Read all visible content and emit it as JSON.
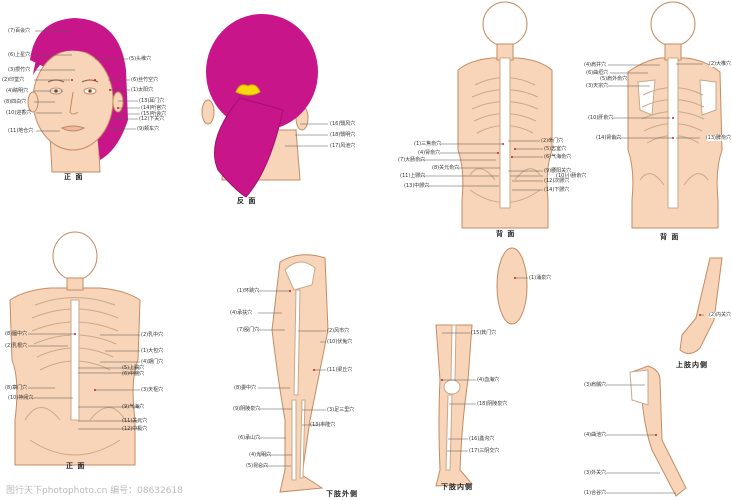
{
  "colors": {
    "skin": "#f8d5b8",
    "outline": "#c58b63",
    "hair": "#c8168a",
    "bone": "#ffffff",
    "point": "#cc1f1f",
    "scrunchie": "#f5d90a"
  },
  "face": {
    "title": "正 面",
    "left": [
      "(7)百会穴",
      "(6)上星穴",
      "(3)攒竹穴",
      "(2)印堂穴",
      "(4)睛明穴",
      "(8)四白穴",
      "(10)迎香穴",
      "(11)地仓穴"
    ],
    "right": [
      "(5)头维穴",
      "(6)丝竹空穴",
      "(1)太阳穴",
      "(13)耳门穴",
      "(14)听宫穴",
      "(15)听会穴",
      "(12)下关穴",
      "(9)颊车穴"
    ]
  },
  "head_back": {
    "title": "反 面",
    "right": [
      "(16)翳风穴",
      "(18)翳明穴",
      "(17)风池穴"
    ]
  },
  "back_lower": {
    "title": "背 面",
    "left": [
      "(1)三焦俞穴",
      "(4)肾俞穴",
      "(7)大肠俞穴",
      "(8)关元俞穴",
      "(11)上髎穴",
      "(13)中髎穴"
    ],
    "right": [
      "(2)命门穴",
      "(5)志室穴",
      "(6)气海俞穴",
      "(9)腰阳关穴",
      "(10)小肠俞穴",
      "(12)次髎穴",
      "(14)下髎穴"
    ]
  },
  "back_upper": {
    "title": "背 面",
    "left": [
      "(4)肩井穴",
      "(6)曲垣穴",
      "(5)肩外俞穴",
      "(3)天宗穴",
      "(10)肝俞穴",
      "(14)肾俞穴"
    ],
    "right": [
      "(2)大椎穴",
      "(13)脾俞穴"
    ]
  },
  "front_torso": {
    "title": "正 面",
    "left": [
      "(8)膻中穴",
      "(2)乳根穴",
      "(8)章门穴",
      "(10)神阙穴"
    ],
    "right": [
      "(2)乳中穴",
      "(1)大包穴",
      "(4)期门穴",
      "(5)上脘穴",
      "(6)中脘穴",
      "(3)天枢穴",
      "(9)气海穴",
      "(11)关元穴",
      "(12)中极穴"
    ]
  },
  "leg_outer": {
    "title": "下肢外侧",
    "left": [
      "(1)环跳穴",
      "(4)承扶穴",
      "(7)殷门穴",
      "(8)委中穴",
      "(9)阴陵泉穴",
      "(6)承山穴",
      "(4)光明穴",
      "(5)昆仑穴"
    ],
    "right": [
      "(2)风市穴",
      "(10)伏兔穴",
      "(11)梁丘穴",
      "(3)足三里穴",
      "(13)丰隆穴"
    ]
  },
  "foot": {
    "right": [
      "(1)涌泉穴"
    ]
  },
  "leg_inner": {
    "title": "下肢内侧",
    "right": [
      "(15)箕门穴",
      "(4)血海穴",
      "(18)阴陵泉穴",
      "(16)蠡沟穴",
      "(17)三阴交穴"
    ]
  },
  "arm_inner": {
    "title": "上肢内侧",
    "right": [
      "(2)内关穴"
    ]
  },
  "arm_outer": {
    "left": [
      "(3)肩髃穴",
      "(4)曲池穴",
      "(3)外关穴",
      "(1)合谷穴"
    ]
  },
  "watermark": "图行天下photophoto.cn  编号：08632618"
}
